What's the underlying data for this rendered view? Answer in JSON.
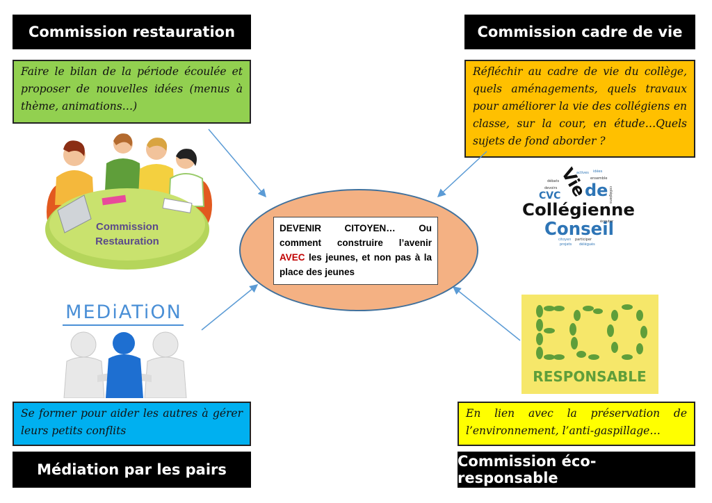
{
  "center": {
    "part1": "DEVENIR CITOYEN… Ou comment construire l’avenir ",
    "accent": "AVEC",
    "part2": " les jeunes, et non pas à la place des jeunes"
  },
  "commissions": {
    "restauration": {
      "title": "Commission restauration",
      "description": "Faire le bilan de la période écoulée et proposer de nouvelles idées (menus à thème, animations…)",
      "image_label_1": "Commission",
      "image_label_2": "Restauration"
    },
    "cadre_de_vie": {
      "title": "Commission cadre de vie",
      "description": "Réfléchir au cadre de vie du collège, quels aménagements, quels travaux pour améliorer la vie des collégiens en classe, sur la cour, en étude…Quels sujets de fond aborder ?",
      "wordcloud": {
        "vie": "Vie",
        "de": "de",
        "cvc": "CVC",
        "collegienne": "Collégienne",
        "conseil": "Conseil",
        "small": [
          "actives",
          "débats",
          "ensemble",
          "idées",
          "devoirs",
          "écouter",
          "collégiens",
          "participer",
          "projets",
          "délégués",
          "citoyen"
        ]
      }
    },
    "mediation": {
      "title": "Médiation par les pairs",
      "description": "Se former pour aider les autres à gérer leurs petits conflits",
      "image_label": "MEDiATiON"
    },
    "eco": {
      "title": "Commission éco-responsable",
      "description": "En lien avec la préservation de l’environnement, l’anti-gaspillage…",
      "image_label": "RESPONSABLE"
    }
  },
  "colors": {
    "restauration_box": "#92d050",
    "cadre_box": "#ffc000",
    "mediation_box": "#00b0f0",
    "eco_box": "#ffff00",
    "center_ellipse": "#f4b183",
    "arrow": "#5b9bd5",
    "accent_text": "#c00000"
  }
}
